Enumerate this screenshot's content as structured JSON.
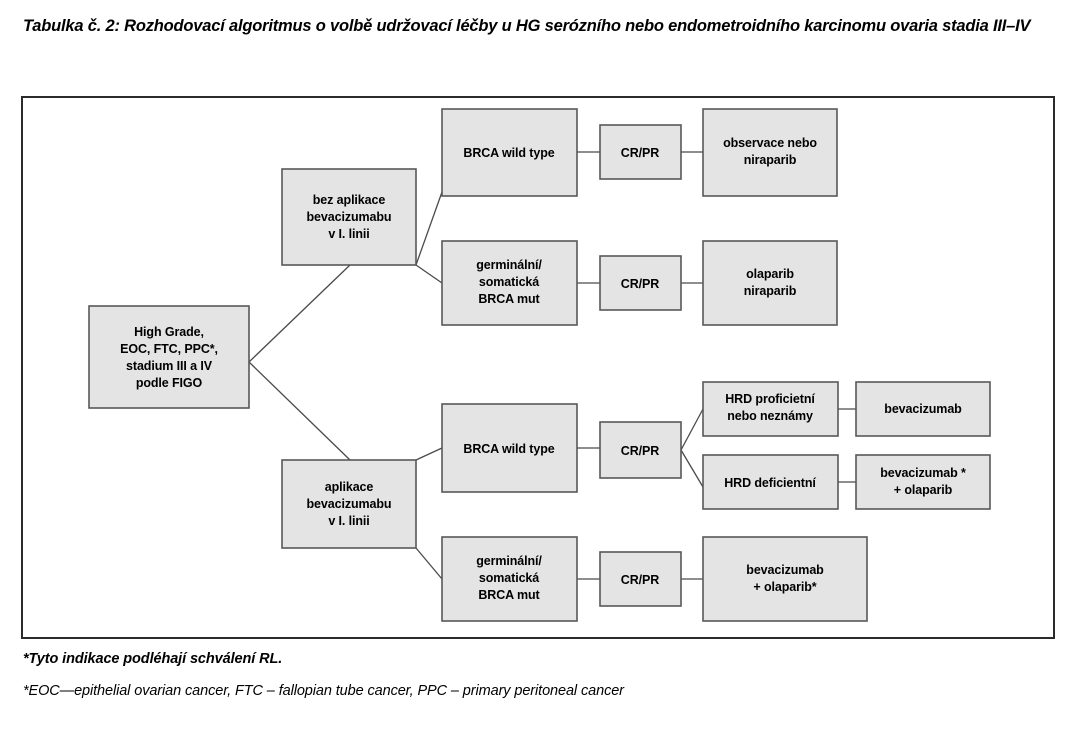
{
  "caption": {
    "line1": "Tabulka č. 2: Rozhodovací algoritmus o volbě udržovací léčby u HG serózního nebo endometroidního karcinomu",
    "line2": "ovaria stadia III–IV"
  },
  "footnotes": {
    "line1": "*Tyto indikace podléhají schválení RL.",
    "line2": "*EOC—epithelial ovarian cancer, FTC – fallopian tube cancer, PPC – primary peritoneal cancer"
  },
  "colors": {
    "node_fill": "#e4e4e4",
    "node_stroke": "#58585a",
    "frame_stroke": "#2b2b2b",
    "connector": "#4a4a4c",
    "text": "#000000",
    "background": "#ffffff"
  },
  "chart_data": {
    "type": "diagram",
    "subtype": "decision-tree-flowchart",
    "title": "Rozhodovací algoritmus o volbě udržovací léčby u HG serózního nebo endometroidního karcinomu ovaria stadia III–IV",
    "orientation": "left-to-right",
    "nodes": [
      {
        "id": "root",
        "lines": [
          "High Grade,",
          "EOC, FTC, PPC*,",
          "stadium III a IV",
          "podle FIGO"
        ],
        "level": 0
      },
      {
        "id": "no-bev",
        "lines": [
          "bez aplikace",
          "bevacizumabu",
          "v I. linii"
        ],
        "level": 1
      },
      {
        "id": "yes-bev",
        "lines": [
          "aplikace",
          "bevacizumabu",
          "v I. linii"
        ],
        "level": 1
      },
      {
        "id": "nb-wild",
        "lines": [
          "BRCA wild type"
        ],
        "level": 2
      },
      {
        "id": "nb-mut",
        "lines": [
          "germinální/",
          "somatická",
          "BRCA mut"
        ],
        "level": 2
      },
      {
        "id": "yb-wild",
        "lines": [
          "BRCA wild type"
        ],
        "level": 2
      },
      {
        "id": "yb-mut",
        "lines": [
          "germinální/",
          "somatická",
          "BRCA mut"
        ],
        "level": 2
      },
      {
        "id": "crpr-1",
        "lines": [
          "CR/PR"
        ],
        "level": 3
      },
      {
        "id": "crpr-2",
        "lines": [
          "CR/PR"
        ],
        "level": 3
      },
      {
        "id": "crpr-3",
        "lines": [
          "CR/PR"
        ],
        "level": 3
      },
      {
        "id": "crpr-4",
        "lines": [
          "CR/PR"
        ],
        "level": 3
      },
      {
        "id": "out-1",
        "lines": [
          "observace nebo",
          "niraparib"
        ],
        "level": 4
      },
      {
        "id": "out-2",
        "lines": [
          "olaparib",
          "niraparib"
        ],
        "level": 4
      },
      {
        "id": "hrd-prof",
        "lines": [
          "HRD proficietní",
          "nebo neznámy"
        ],
        "level": 4
      },
      {
        "id": "hrd-def",
        "lines": [
          "HRD deficientní"
        ],
        "level": 4
      },
      {
        "id": "out-4",
        "lines": [
          "bevacizumab",
          "+ olaparib*"
        ],
        "level": 4
      },
      {
        "id": "out-5",
        "lines": [
          "bevacizumab"
        ],
        "level": 5
      },
      {
        "id": "out-6",
        "lines": [
          "bevacizumab *",
          "+ olaparib"
        ],
        "level": 5
      }
    ],
    "edges": [
      {
        "from": "root",
        "to": "no-bev"
      },
      {
        "from": "root",
        "to": "yes-bev"
      },
      {
        "from": "no-bev",
        "to": "nb-wild"
      },
      {
        "from": "no-bev",
        "to": "nb-mut"
      },
      {
        "from": "nb-wild",
        "to": "crpr-1"
      },
      {
        "from": "crpr-1",
        "to": "out-1"
      },
      {
        "from": "nb-mut",
        "to": "crpr-2"
      },
      {
        "from": "crpr-2",
        "to": "out-2"
      },
      {
        "from": "yes-bev",
        "to": "yb-wild"
      },
      {
        "from": "yes-bev",
        "to": "yb-mut"
      },
      {
        "from": "yb-wild",
        "to": "crpr-3"
      },
      {
        "from": "crpr-3",
        "to": "hrd-prof"
      },
      {
        "from": "crpr-3",
        "to": "hrd-def"
      },
      {
        "from": "hrd-prof",
        "to": "out-5"
      },
      {
        "from": "hrd-def",
        "to": "out-6"
      },
      {
        "from": "yb-mut",
        "to": "crpr-4"
      },
      {
        "from": "crpr-4",
        "to": "out-4"
      }
    ]
  },
  "nodes": {
    "root": {
      "l1": "High Grade,",
      "l2": "EOC, FTC, PPC*,",
      "l3": "stadium III a IV",
      "l4": "podle FIGO"
    },
    "no_bev": {
      "l1": "bez aplikace",
      "l2": "bevacizumabu",
      "l3": "v I. linii"
    },
    "yes_bev": {
      "l1": "aplikace",
      "l2": "bevacizumabu",
      "l3": "v I. linii"
    },
    "nb_wild": {
      "l1": "BRCA wild type"
    },
    "nb_mut": {
      "l1": "germinální/",
      "l2": "somatická",
      "l3": "BRCA mut"
    },
    "yb_wild": {
      "l1": "BRCA wild type"
    },
    "yb_mut": {
      "l1": "germinální/",
      "l2": "somatická",
      "l3": "BRCA mut"
    },
    "crpr_1": {
      "l1": "CR/PR"
    },
    "crpr_2": {
      "l1": "CR/PR"
    },
    "crpr_3": {
      "l1": "CR/PR"
    },
    "crpr_4": {
      "l1": "CR/PR"
    },
    "out_1": {
      "l1": "observace nebo",
      "l2": "niraparib"
    },
    "out_2": {
      "l1": "olaparib",
      "l2": "niraparib"
    },
    "hrd_prof": {
      "l1": "HRD proficietní",
      "l2": "nebo neznámy"
    },
    "hrd_def": {
      "l1": "HRD deficientní"
    },
    "out_4": {
      "l1": "bevacizumab",
      "l2": "+ olaparib*"
    },
    "out_5": {
      "l1": "bevacizumab"
    },
    "out_6": {
      "l1": "bevacizumab *",
      "l2": "+ olaparib"
    }
  }
}
